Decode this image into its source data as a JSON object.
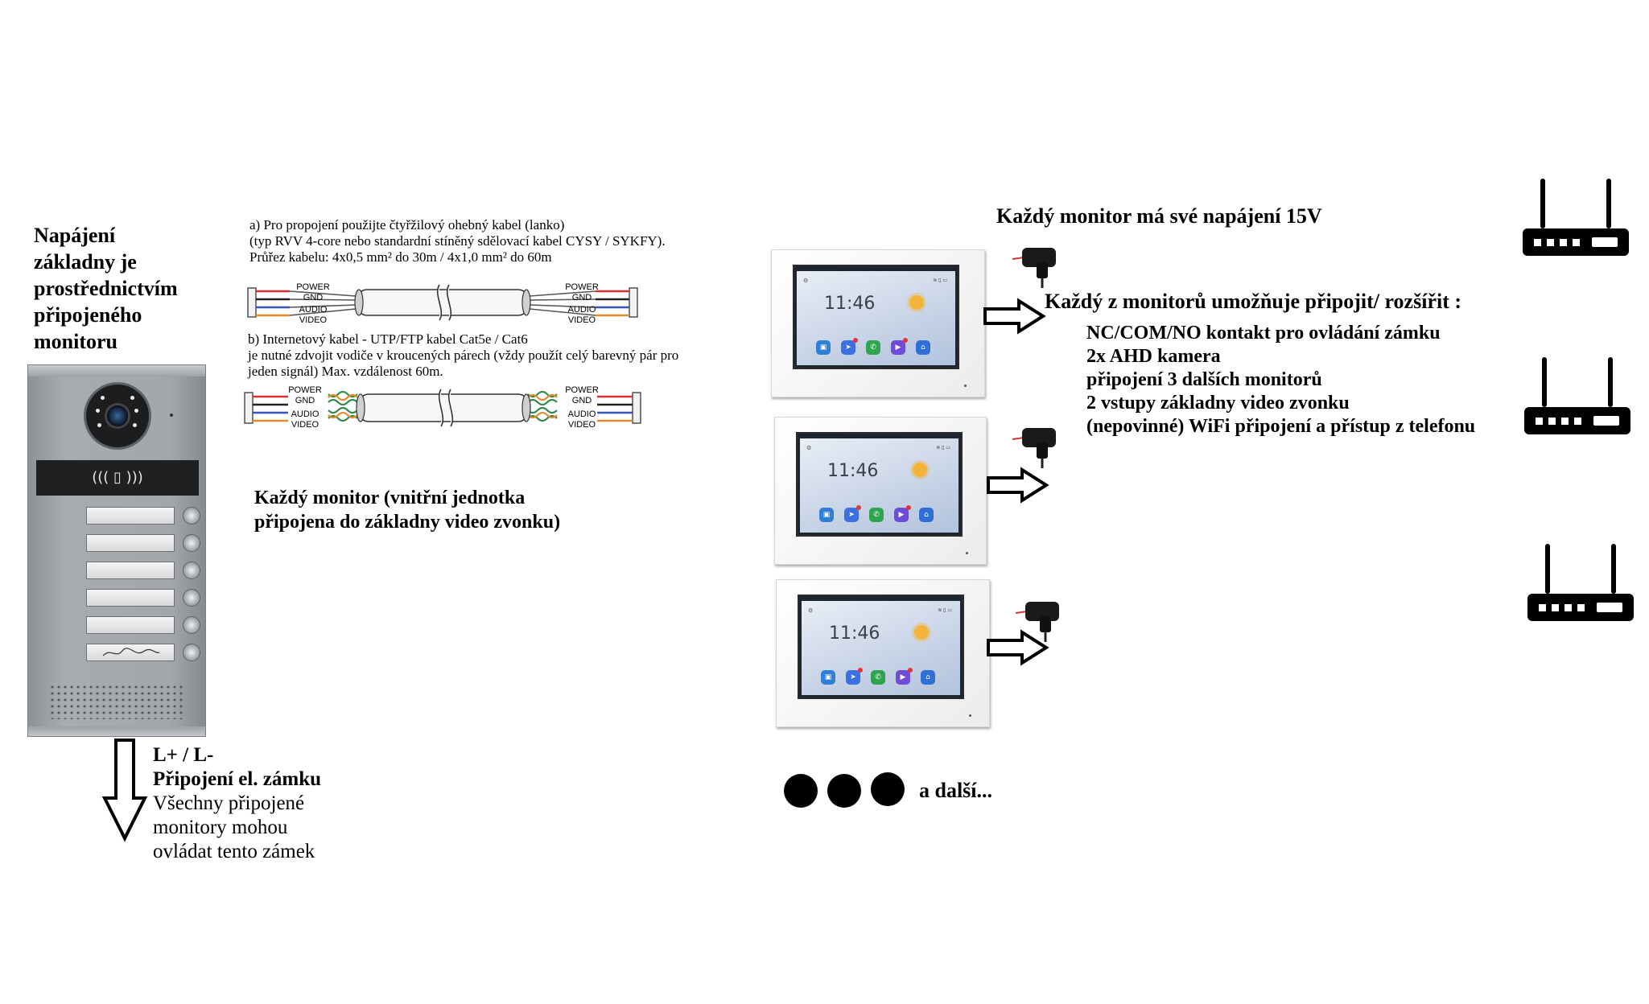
{
  "base_power": {
    "lines": [
      "Napájení",
      "základny je",
      "prostřednictvím",
      "připojeného",
      "monitoru"
    ]
  },
  "cables": {
    "a_lines": [
      "a) Pro propojení použijte čtyřžilový ohebný kabel (lanko)",
      "(typ RVV 4-core nebo standardní stíněný sdělovací kabel CYSY / SYKFY).",
      "Průřez kabelu: 4x0,5 mm² do 30m / 4x1,0 mm² do 60m"
    ],
    "b_lines": [
      "b) Internetový kabel - UTP/FTP kabel Cat5e / Cat6",
      "je nutné zdvojit vodiče v kroucených párech (vždy použít celý barevný pár pro",
      "jeden signál) Max. vzdálenost 60m."
    ],
    "wire_labels": [
      "POWER",
      "GND",
      "AUDIO",
      "VIDEO"
    ],
    "wire_colors": [
      "#d93030",
      "#222222",
      "#3557b8",
      "#e38a2a"
    ]
  },
  "monitor_note": {
    "lines": [
      "Každý monitor (vnitřní jednotka",
      "připojena do základny video zvonku)"
    ]
  },
  "lock": {
    "line1": "L+ / L-",
    "line2": "Připojení el. zámku",
    "line3": "Všechny připojené",
    "line4": "monitory mohou",
    "line5": "ovládat tento zámek"
  },
  "power_note": "Každý monitor má své napájení 15V",
  "expand": {
    "heading": "Každý z monitorů umožňuje připojit/ rozšířit :",
    "items": [
      "NC/COM/NO kontakt pro ovládání zámku",
      "2x AHD kamera",
      "připojení 3 dalších monitorů",
      "2 vstupy základny video zvonku",
      "(nepovinné) WiFi připojení a přístup z telefonu"
    ]
  },
  "monitor_screen": {
    "clock": "11:46",
    "app_colors": [
      "#2f7fd6",
      "#3c6fe0",
      "#2fa44f",
      "#6e4cd8",
      "#2f6fd6"
    ]
  },
  "more": "a další...",
  "icons": {
    "rfid": "rfid-icon",
    "router": "router-icon",
    "adapter": "power-adapter-icon",
    "arrow": "hollow-arrow-icon"
  }
}
